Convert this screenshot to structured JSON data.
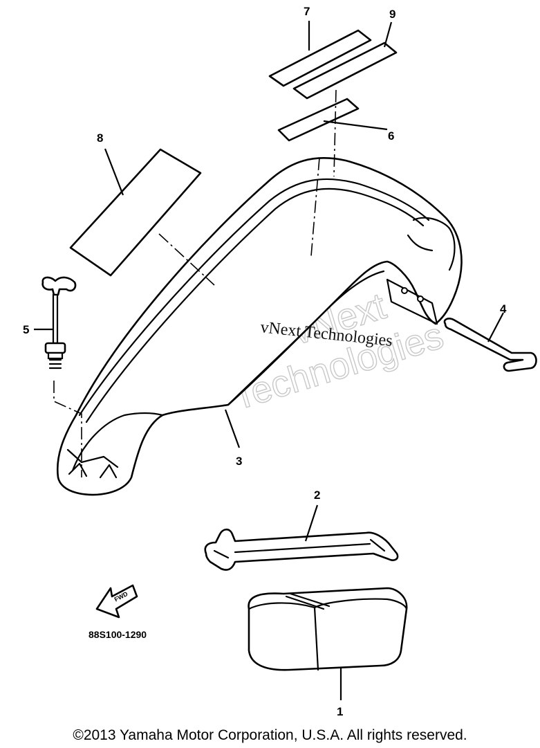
{
  "diagram": {
    "callouts": {
      "c1": "1",
      "c2": "2",
      "c3": "3",
      "c4": "4",
      "c5": "5",
      "c6": "6",
      "c7": "7",
      "c8": "8",
      "c9": "9"
    },
    "fwd_label": "FWD",
    "figure_code": "88S100-1290"
  },
  "watermark": {
    "primary": "vNext Technologies",
    "outline_line1": "vNext",
    "outline_line2": "Technologies"
  },
  "footer": {
    "copyright": "©2013 Yamaha Motor Corporation, U.S.A. All rights reserved."
  }
}
